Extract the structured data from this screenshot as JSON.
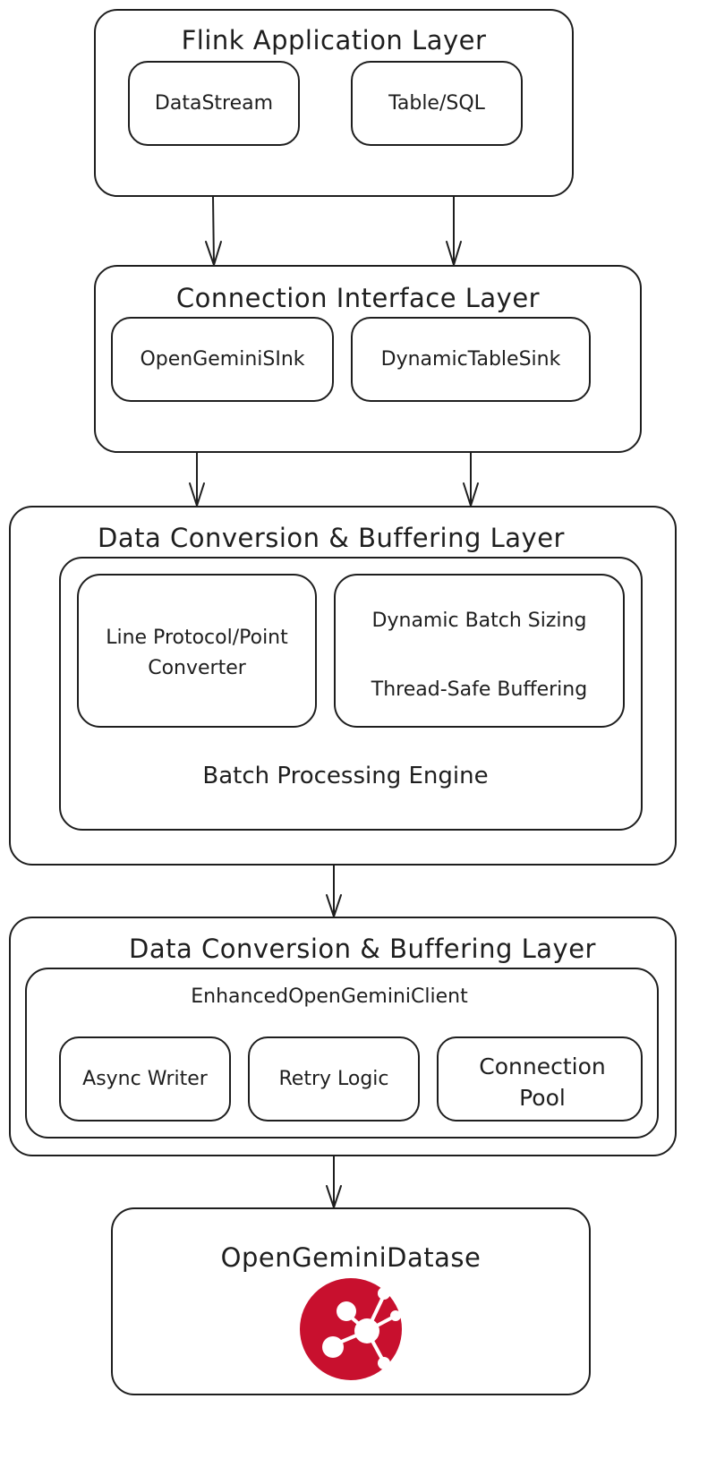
{
  "layer1": {
    "title": "Flink Application Layer",
    "items": [
      "DataStream",
      "Table/SQL"
    ]
  },
  "layer2": {
    "title": "Connection Interface Layer",
    "items": [
      "OpenGeminiSInk",
      "DynamicTableSink"
    ]
  },
  "layer3": {
    "title": "Data Conversion & Buffering Layer",
    "engine_title": "Batch Processing Engine",
    "converter_line1": "Line Protocol/Point",
    "converter_line2": "Converter",
    "features": [
      "Dynamic Batch Sizing",
      "Thread-Safe Buffering"
    ]
  },
  "layer4": {
    "title": "Data Conversion & Buffering Layer",
    "client_title": "EnhancedOpenGeminiClient",
    "items": [
      "Async Writer",
      "Retry Logic"
    ],
    "pool_line1": "Connection",
    "pool_line2": "Pool"
  },
  "database": {
    "title": "OpenGeminiDatase",
    "logo_color": "#C8102E",
    "logo_icon": "molecule-logo-icon"
  },
  "colors": {
    "stroke": "#1e1e1e",
    "background": "#ffffff"
  }
}
